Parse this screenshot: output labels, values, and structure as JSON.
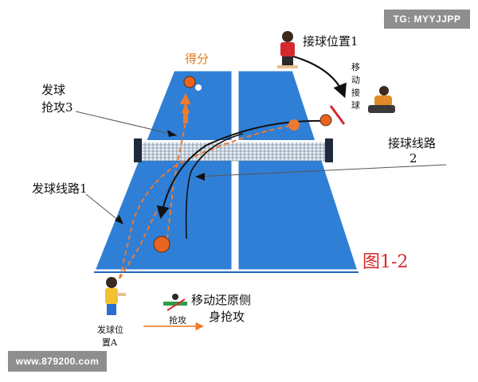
{
  "labels": {
    "score": "得分",
    "receive_position_1": "接球位置1",
    "move_receive": [
      "移",
      "动",
      "接",
      "球"
    ],
    "serve_attack_3": [
      "发球",
      "抢攻3"
    ],
    "receive_route_2": [
      "接球线路",
      "2"
    ],
    "serve_route_1": "发球线路1",
    "figure_number": "图1-2",
    "move_return_side": [
      "移动还原侧",
      "身抢攻"
    ],
    "attack_sign": "抢攻",
    "serve_position_a": [
      "发球位",
      "置A"
    ]
  },
  "watermarks": {
    "telegram": "TG: MYYJJPP",
    "url": "www.879200.com"
  },
  "colors": {
    "table": "#2f7fd6",
    "table_dark": "#1f67b8",
    "net": "#1e2a3a",
    "ball": "#e8641f",
    "route_orange": "#ef7a2e",
    "arrow_black": "#111111",
    "figure_red": "#d6292d"
  }
}
